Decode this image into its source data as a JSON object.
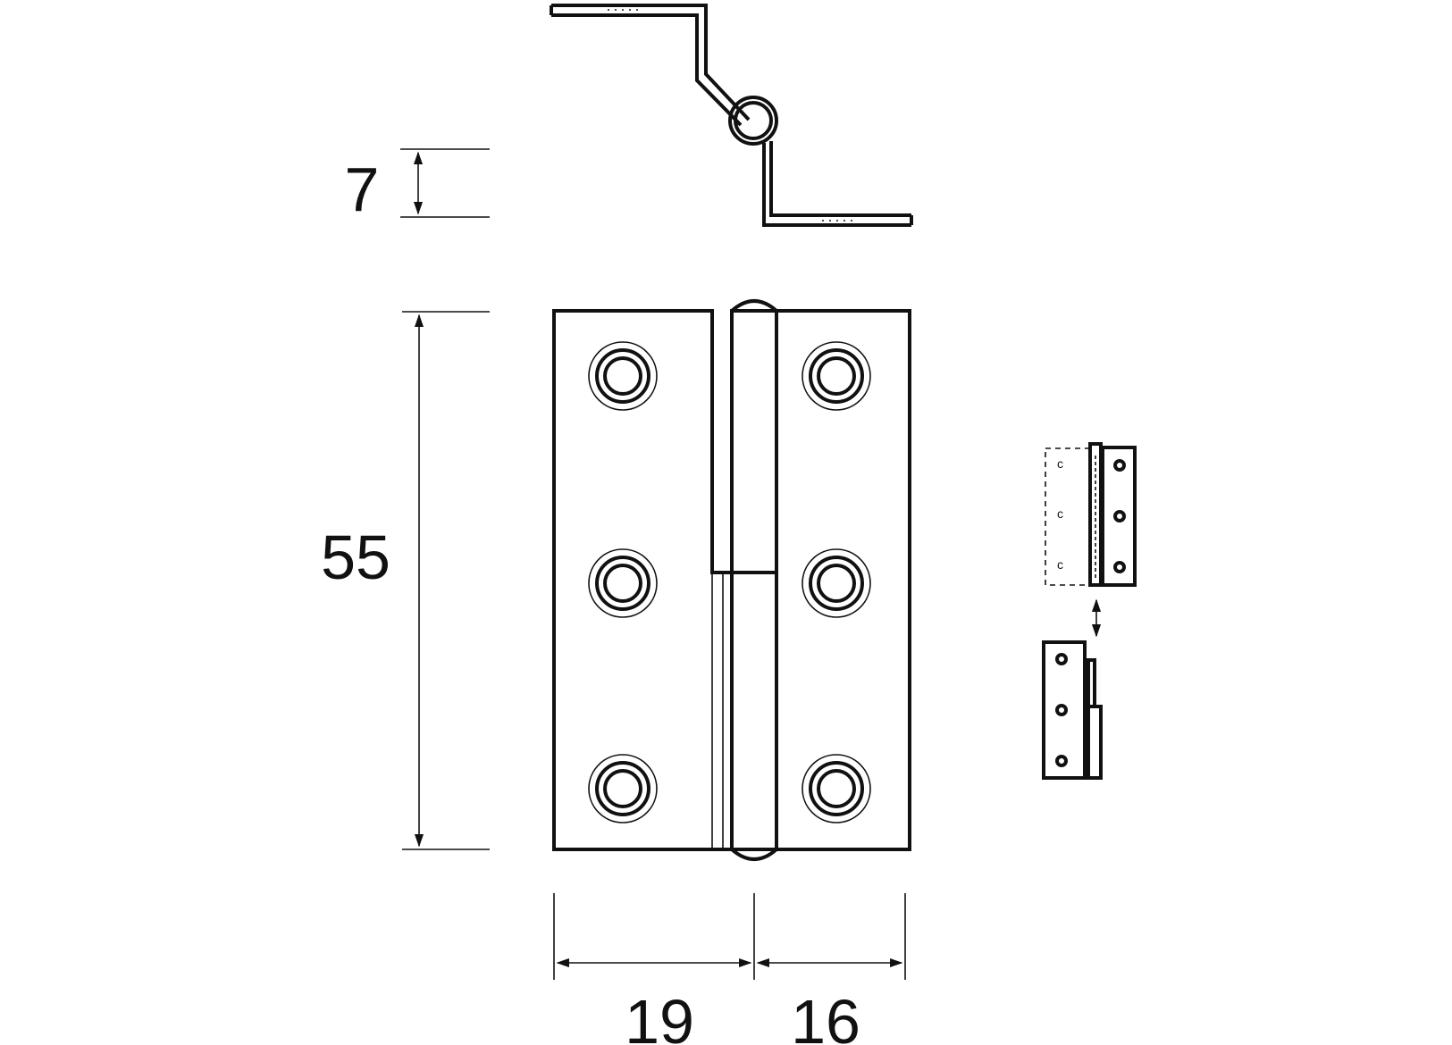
{
  "diagram": {
    "type": "technical-drawing",
    "subject": "butt hinge (lift-off)",
    "dimensions": {
      "thickness": "7",
      "height": "55",
      "left_leaf_width": "19",
      "right_leaf_width": "16"
    },
    "screw_holes_per_leaf": 3,
    "colors": {
      "line": "#111111",
      "background": "#ffffff"
    }
  }
}
